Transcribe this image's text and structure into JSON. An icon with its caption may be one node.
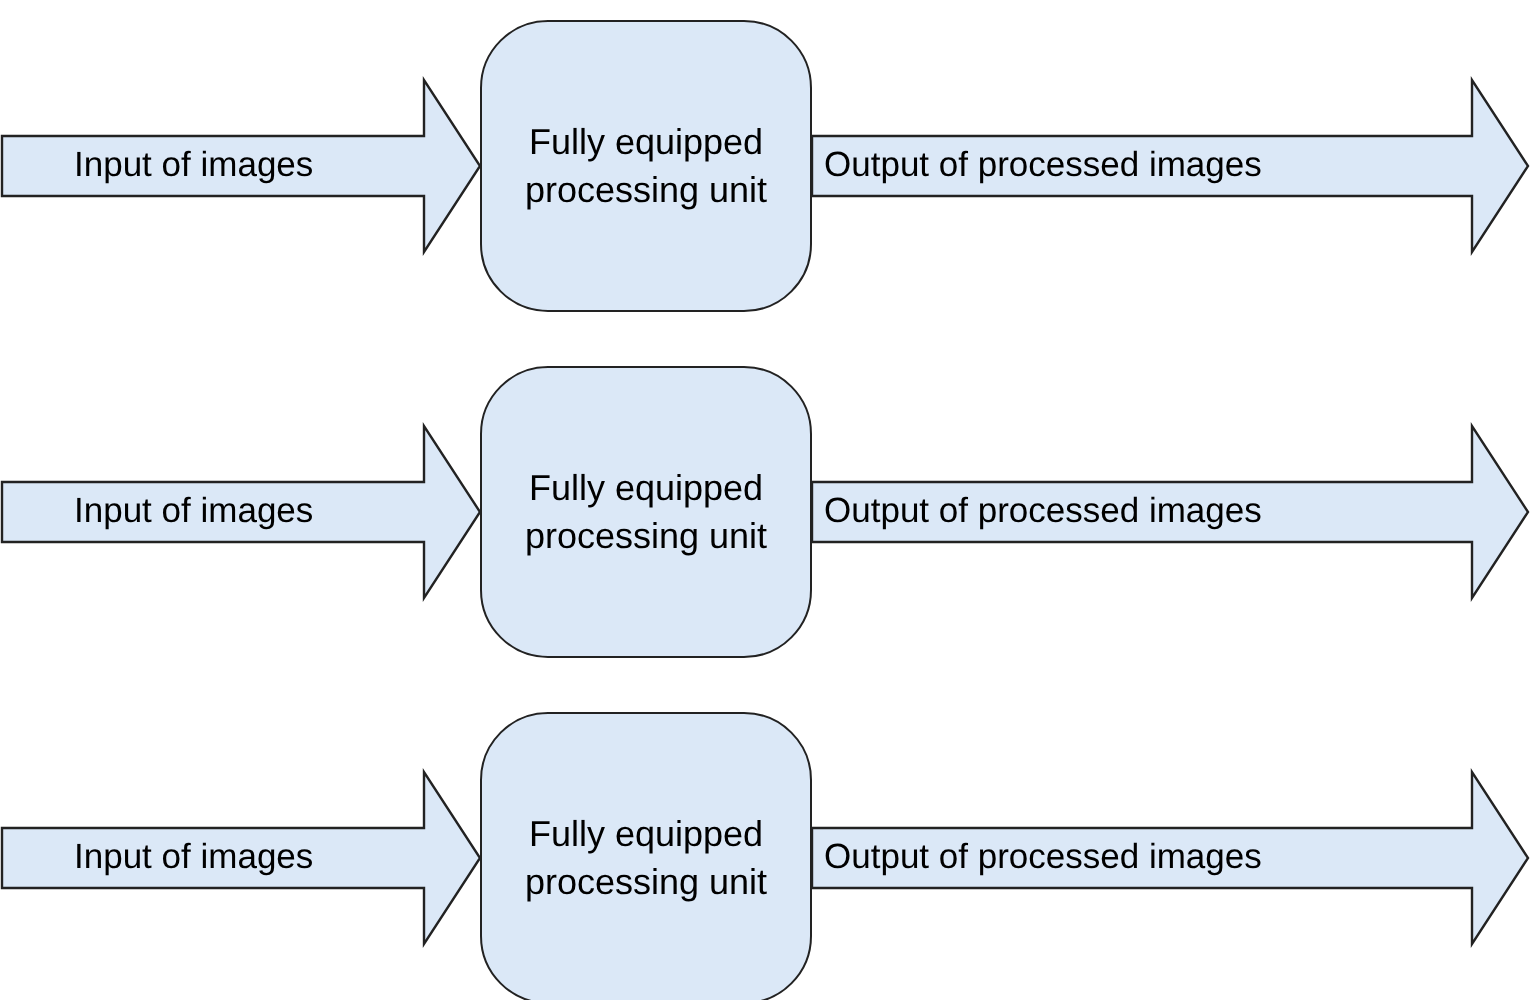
{
  "diagram": {
    "nodes": [
      {
        "text": [
          "Fully equipped processing unit"
        ]
      },
      {
        "text": [
          "Fully equipped processing unit"
        ]
      },
      {
        "text": [
          "Fully equipped processing unit"
        ]
      }
    ],
    "edges": [
      {
        "from": null,
        "to": 0,
        "arrow": "to",
        "label": "Input of images"
      },
      {
        "from": 0,
        "to": null,
        "arrow": "to",
        "label": "Output of processed images"
      },
      {
        "from": null,
        "to": 1,
        "arrow": "to",
        "label": "Input of images"
      },
      {
        "from": 1,
        "to": null,
        "arrow": "to",
        "label": "Output of processed images"
      },
      {
        "from": null,
        "to": 2,
        "arrow": "to",
        "label": "Input of images"
      },
      {
        "from": 2,
        "to": null,
        "arrow": "to",
        "label": "Output of processed images"
      }
    ]
  }
}
